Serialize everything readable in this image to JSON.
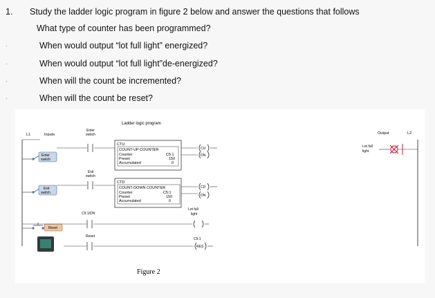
{
  "question": {
    "number": "1.",
    "main": "Study the ladder logic program in figure 2 below and answer the questions that follows",
    "items": [
      "What type of counter has been programmed?",
      "When would output “lot full light” energized?",
      "When would output “lot full light”de-energized?",
      "When will the count be incremented?",
      "When will the count be reset?"
    ],
    "bullet_glyph": "·"
  },
  "figure": {
    "title": "Ladder logic program",
    "caption": "Figure 2",
    "rail_left": "L1",
    "rail_right": "L2",
    "inputs_header": "Inputs",
    "output_header": "Output",
    "enter_switch_top": "Enter",
    "enter_switch_bottom": "switch",
    "enter_switch_label_1": "Enter",
    "enter_switch_label_2": "switch",
    "exit_switch_top": "Exit",
    "exit_switch_bottom": "switch",
    "exit_switch_label_1": "Exit",
    "exit_switch_label_2": "switch",
    "reset_label": "Reset",
    "ctu": {
      "tag": "CTU",
      "title": "COUNT-UP COUNTER",
      "counter_label": "Counter",
      "counter_value": "C5:1",
      "preset_label": "Preset",
      "preset_value": "150",
      "accum_label": "Accumulated",
      "accum_value": "0",
      "coil_1": "CU",
      "coil_2": "DN"
    },
    "ctd": {
      "tag": "CTD",
      "title": "COUNT-DOWN COUNTER",
      "counter_label": "Counter",
      "counter_value": "C5:1",
      "preset_label": "Preset",
      "preset_value": "150",
      "accum_label": "Accumulated",
      "accum_value": "0",
      "coil_1": "CD",
      "coil_2": "DN"
    },
    "lot_full_light_1": "Lot full",
    "lot_full_light_2": "light",
    "lot_full_rung_1": "Lot full",
    "lot_full_rung_2": "light",
    "dn_contact_label": "C5:1/DN",
    "reset_contact_label": "Reset",
    "res_coil_tag": "C5:1",
    "res_coil_text": "RES"
  },
  "colors": {
    "wire": "#333333",
    "switch_body": "#4a6f9a",
    "lamp": "#d0021b",
    "panel": "#e9e9e9",
    "reset_button": "#c85a20",
    "screen": "#3a8070"
  }
}
